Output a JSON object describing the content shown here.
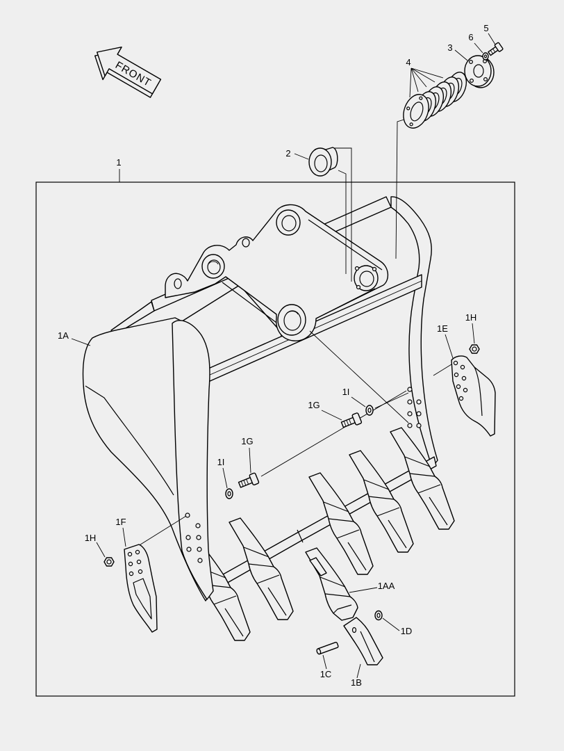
{
  "front_arrow": {
    "label": "FRONT"
  },
  "callouts": {
    "c1": "1",
    "c1A": "1A",
    "c1AA": "1AA",
    "c1B": "1B",
    "c1C": "1C",
    "c1D": "1D",
    "c1E": "1E",
    "c1F": "1F",
    "c1G_left": "1G",
    "c1G_right": "1G",
    "c1H_left": "1H",
    "c1H_right": "1H",
    "c1I_left": "1I",
    "c1I_right": "1I",
    "c2": "2",
    "c3": "3",
    "c4": "4",
    "c5": "5",
    "c6": "6"
  },
  "colors": {
    "background": "#efefef",
    "line": "#000000"
  }
}
